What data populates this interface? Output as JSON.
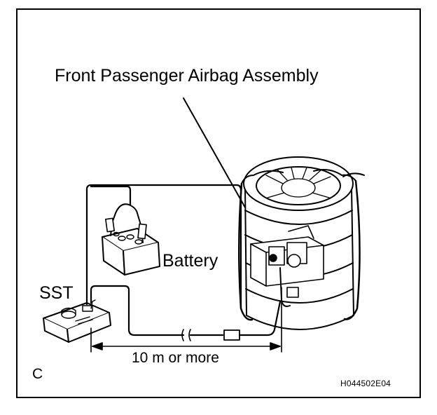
{
  "labels": {
    "airbag": "Front Passenger Airbag Assembly",
    "battery": "Battery",
    "sst": "SST",
    "distance": "10 m or more",
    "corner": "C",
    "figure_code": "H044502E04"
  },
  "colors": {
    "line": "#000000",
    "background": "#ffffff",
    "shade": "#d9d9d9"
  }
}
